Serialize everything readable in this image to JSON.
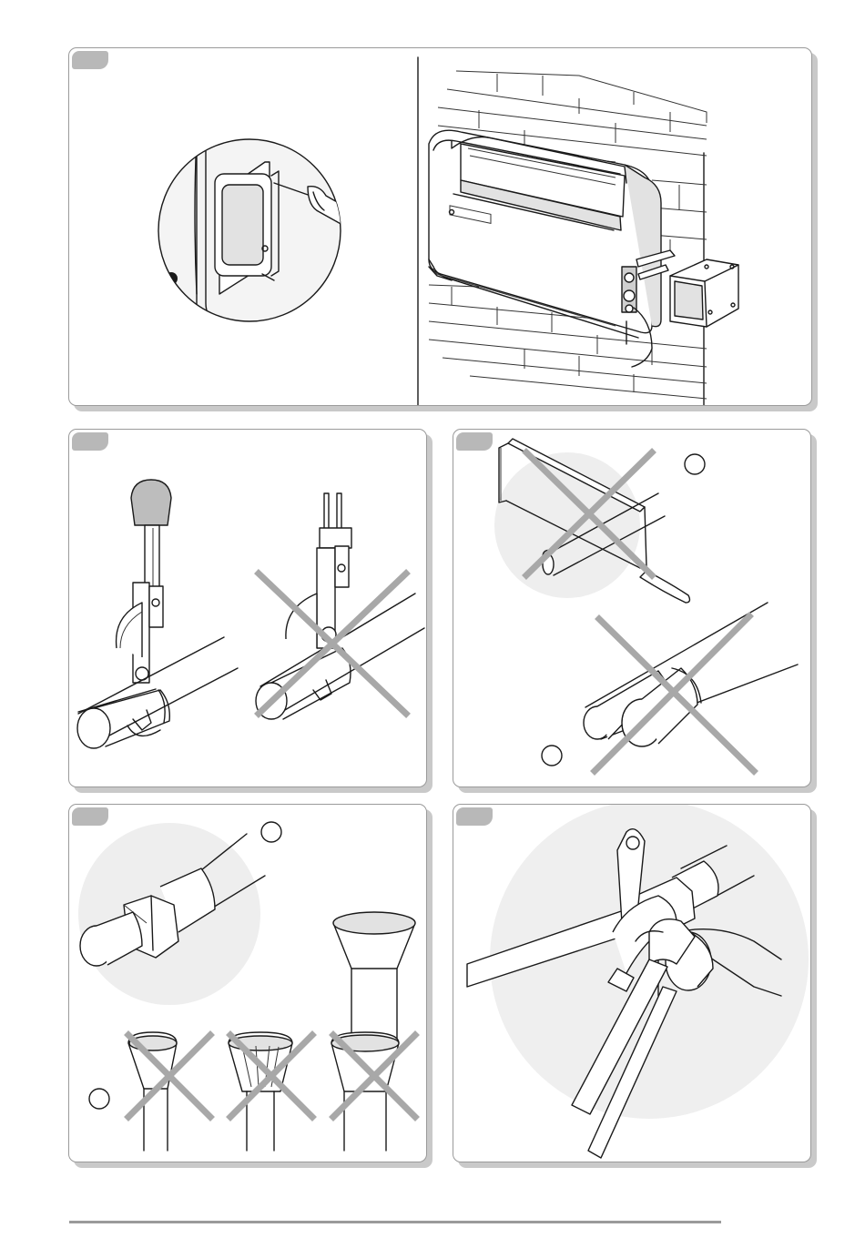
{
  "figure_panels": [
    {
      "id": "panel-1",
      "topic": "unit-mounted-on-wall"
    },
    {
      "id": "panel-2",
      "topic": "pipe-cutter"
    },
    {
      "id": "panel-3",
      "topic": "saw-cut-wrong"
    },
    {
      "id": "panel-4",
      "topic": "flaring"
    },
    {
      "id": "panel-5",
      "topic": "two-wrenches"
    }
  ],
  "icons": [
    "cross-mark-icon",
    "circle-marker-icon"
  ],
  "colors": {
    "panel_border": "#9a9a9a",
    "panel_shadow": "#c9c9c9",
    "tab": "#b8b8b8",
    "cross_mark": "#a8a8a8"
  }
}
